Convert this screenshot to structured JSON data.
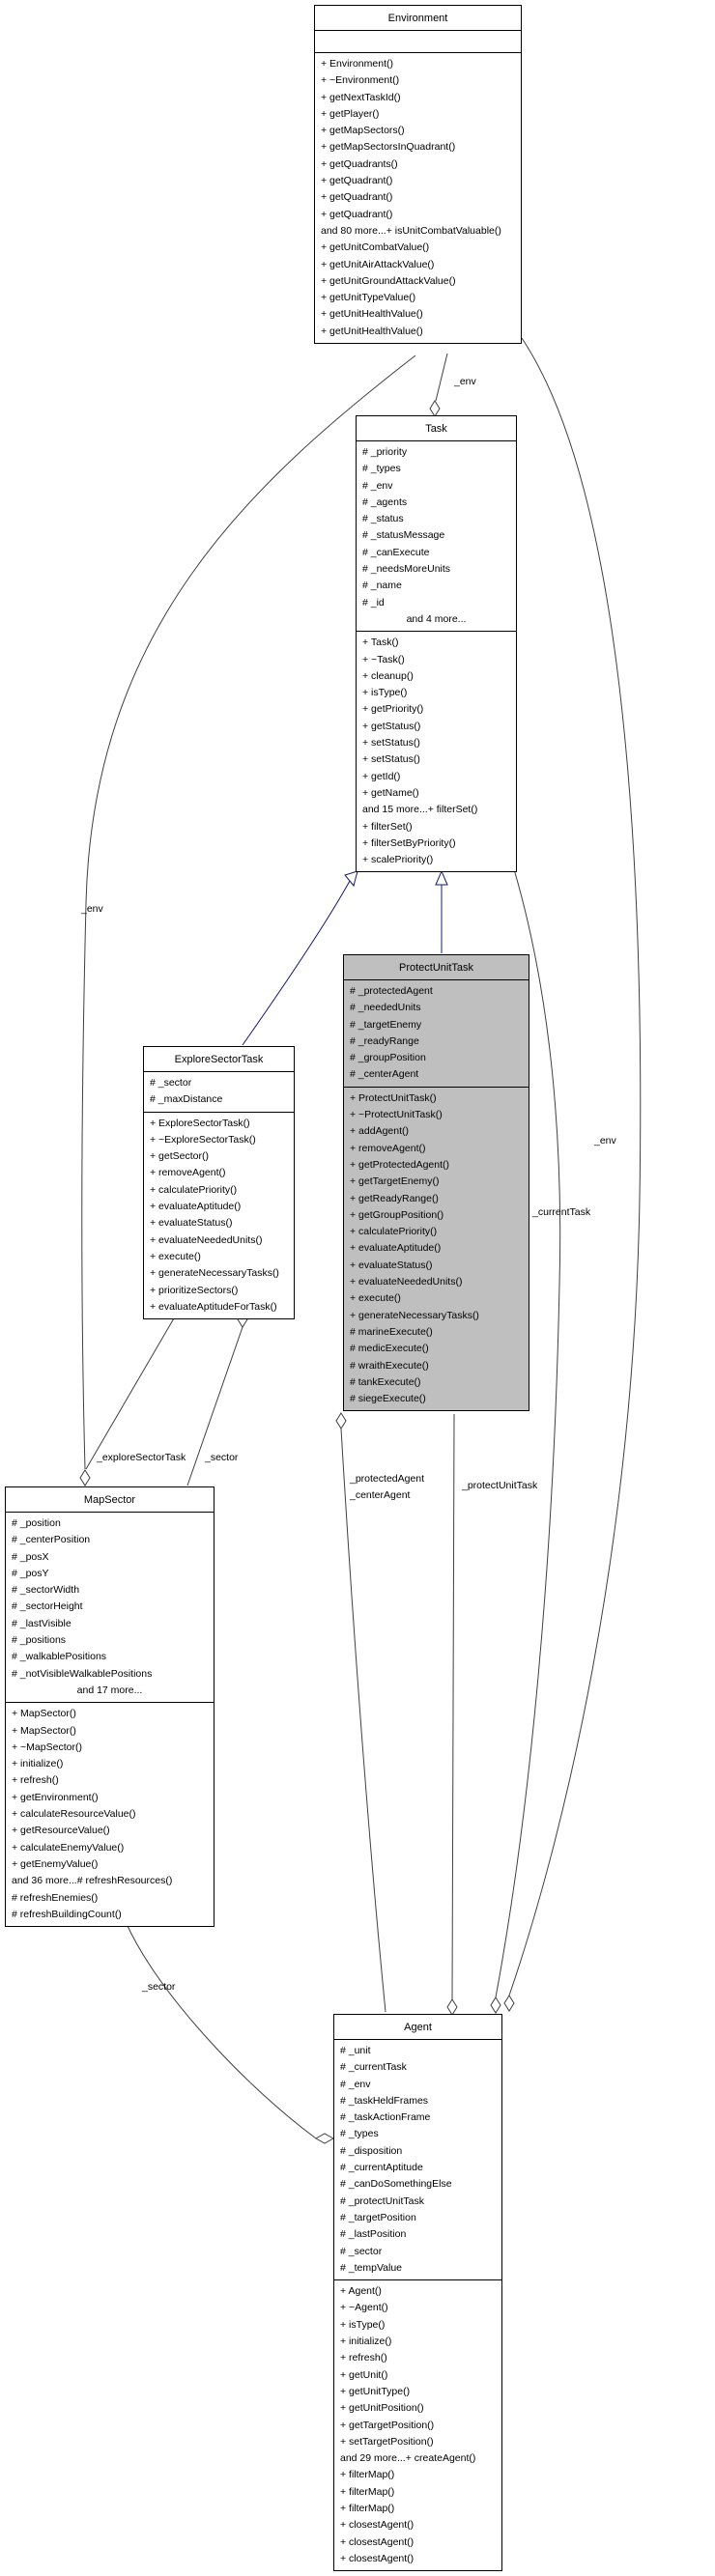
{
  "diagram": {
    "type": "uml-collaboration-diagram",
    "colors": {
      "box_bg": "#ffffff",
      "highlight_bg": "#bfbfbf",
      "border": "#000000",
      "member_edge": "#404040",
      "inheritance_edge": "#191970"
    },
    "classes": [
      {
        "title": "Environment",
        "attributes": [],
        "methods": [
          "+ Environment()",
          "+ ~Environment()",
          "+ getNextTaskId()",
          "+ getPlayer()",
          "+ getMapSectors()",
          "+ getMapSectorsInQuadrant()",
          "+ getQuadrants()",
          "+ getQuadrant()",
          "+ getQuadrant()",
          "+ getQuadrant()",
          "and 80 more...+ isUnitCombatValuable()",
          "+ getUnitCombatValue()",
          "+ getUnitAirAttackValue()",
          "+ getUnitGroundAttackValue()",
          "+ getUnitTypeValue()",
          "+ getUnitHealthValue()",
          "+ getUnitHealthValue()"
        ]
      },
      {
        "title": "Task",
        "attributes": [
          "# _priority",
          "# _types",
          "# _env",
          "# _agents",
          "# _status",
          "# _statusMessage",
          "# _canExecute",
          "# _needsMoreUnits",
          "# _name",
          "# _id",
          "and 4 more..."
        ],
        "methods": [
          "+ Task()",
          "+ ~Task()",
          "+ cleanup()",
          "+ isType()",
          "+ getPriority()",
          "+ getStatus()",
          "+ setStatus()",
          "+ setStatus()",
          "+ getId()",
          "+ getName()",
          "and 15 more...+ filterSet()",
          "+ filterSet()",
          "+ filterSetByPriority()",
          "+ scalePriority()"
        ]
      },
      {
        "title": "ProtectUnitTask",
        "highlight": true,
        "attributes": [
          "# _protectedAgent",
          "# _neededUnits",
          "# _targetEnemy",
          "# _readyRange",
          "# _groupPosition",
          "# _centerAgent"
        ],
        "methods": [
          "+ ProtectUnitTask()",
          "+ ~ProtectUnitTask()",
          "+ addAgent()",
          "+ removeAgent()",
          "+ getProtectedAgent()",
          "+ getTargetEnemy()",
          "+ getReadyRange()",
          "+ getGroupPosition()",
          "+ calculatePriority()",
          "+ evaluateAptitude()",
          "+ evaluateStatus()",
          "+ evaluateNeededUnits()",
          "+ execute()",
          "+ generateNecessaryTasks()",
          "# marineExecute()",
          "# medicExecute()",
          "# wraithExecute()",
          "# tankExecute()",
          "# siegeExecute()"
        ]
      },
      {
        "title": "ExploreSectorTask",
        "attributes": [
          "# _sector",
          "# _maxDistance"
        ],
        "methods": [
          "+ ExploreSectorTask()",
          "+ ~ExploreSectorTask()",
          "+ getSector()",
          "+ removeAgent()",
          "+ calculatePriority()",
          "+ evaluateAptitude()",
          "+ evaluateStatus()",
          "+ evaluateNeededUnits()",
          "+ execute()",
          "+ generateNecessaryTasks()",
          "+ prioritizeSectors()",
          "+ evaluateAptitudeForTask()"
        ]
      },
      {
        "title": "MapSector",
        "attributes": [
          "# _position",
          "# _centerPosition",
          "# _posX",
          "# _posY",
          "# _sectorWidth",
          "# _sectorHeight",
          "# _lastVisible",
          "# _positions",
          "# _walkablePositions",
          "# _notVisibleWalkablePositions",
          "and 17 more..."
        ],
        "methods": [
          "+ MapSector()",
          "+ MapSector()",
          "+ ~MapSector()",
          "+ initialize()",
          "+ refresh()",
          "+ getEnvironment()",
          "+ calculateResourceValue()",
          "+ getResourceValue()",
          "+ calculateEnemyValue()",
          "+ getEnemyValue()",
          "and 36 more...# refreshResources()",
          "# refreshEnemies()",
          "# refreshBuildingCount()"
        ]
      },
      {
        "title": "Agent",
        "attributes": [
          "# _unit",
          "# _currentTask",
          "# _env",
          "# _taskHeldFrames",
          "# _taskActionFrame",
          "# _types",
          "# _disposition",
          "# _currentAptitude",
          "# _canDoSomethingElse",
          "# _protectUnitTask",
          "# _targetPosition",
          "# _lastPosition",
          "# _sector",
          "# _tempValue"
        ],
        "methods": [
          "+ Agent()",
          "+ ~Agent()",
          "+ isType()",
          "+ initialize()",
          "+ refresh()",
          "+ getUnit()",
          "+ getUnitType()",
          "+ getUnitPosition()",
          "+ getTargetPosition()",
          "+ setTargetPosition()",
          "and 29 more...+ createAgent()",
          "+ filterMap()",
          "+ filterMap()",
          "+ filterMap()",
          "+ closestAgent()",
          "+ closestAgent()",
          "+ closestAgent()"
        ]
      }
    ],
    "edge_labels": {
      "task_env": "_env",
      "mapsector_env": "_env",
      "agent_env": "_env",
      "agent_current_task": "_currentTask",
      "mapsector_explore": "_exploreSectorTask",
      "explore_sector": "_sector",
      "protected_agent": "_protectedAgent",
      "center_agent": "_centerAgent",
      "agent_protect_unit_task": "_protectUnitTask",
      "agent_sector": "_sector"
    }
  }
}
